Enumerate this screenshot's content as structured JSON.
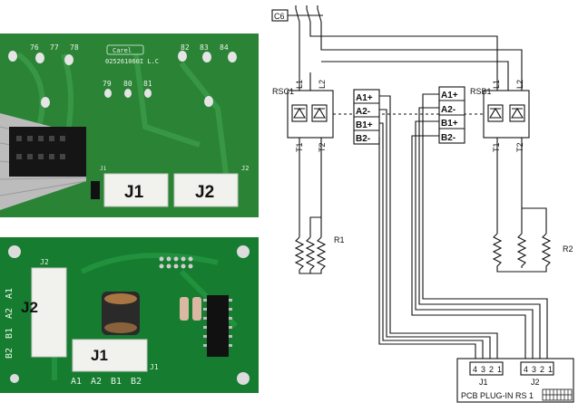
{
  "photo_top": {
    "pin_labels": [
      "76",
      "77",
      "78",
      "82",
      "83",
      "84",
      "79",
      "80",
      "81"
    ],
    "pcb_code": "025261060I L.C",
    "logo_text": "Carel",
    "connector_labels": [
      "J1",
      "J2"
    ],
    "small_labels": [
      "J1",
      "J2"
    ]
  },
  "photo_bottom": {
    "side_labels": [
      "A1",
      "A2",
      "B1",
      "B2"
    ],
    "bottom_labels": [
      "A1",
      "A2",
      "B1",
      "B2"
    ],
    "connector_labels": [
      "J2",
      "J1"
    ],
    "small_labels": [
      "J2",
      "J1"
    ]
  },
  "schematic": {
    "contactor": "C6",
    "left_relay": {
      "name": "RSC1",
      "pins_top": [
        "L1",
        "L2"
      ],
      "pins_bottom": [
        "T1",
        "T2"
      ]
    },
    "right_relay": {
      "name": "RSB1",
      "pins_top": [
        "L1",
        "L2"
      ],
      "pins_bottom": [
        "T1",
        "T2"
      ]
    },
    "terminal_block_left": [
      "A1+",
      "A2-",
      "B1+",
      "B2-"
    ],
    "terminal_block_right": [
      "A1+",
      "A2-",
      "B1+",
      "B2-"
    ],
    "resistor_left": "R1",
    "resistor_right": "R2",
    "pcb_title": "PCB PLUG-IN RS 1",
    "pcb_connectors": [
      {
        "name": "J1",
        "pins": [
          "4",
          "3",
          "2",
          "1"
        ]
      },
      {
        "name": "J2",
        "pins": [
          "4",
          "3",
          "2",
          "1"
        ]
      }
    ]
  }
}
